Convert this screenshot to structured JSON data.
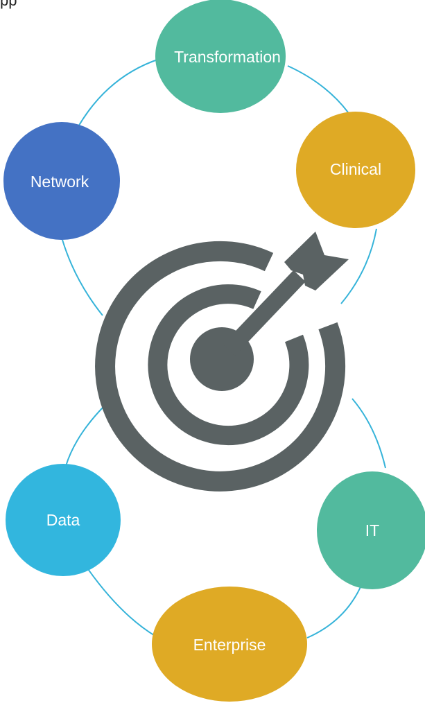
{
  "header": {
    "partial_text": "pp"
  },
  "nodes": [
    {
      "key": "transformation",
      "label": "Transformation",
      "color": "#52BA9E"
    },
    {
      "key": "clinical",
      "label": "Clinical",
      "color": "#DFAA25"
    },
    {
      "key": "network",
      "label": "Network",
      "color": "#4472C4"
    },
    {
      "key": "data",
      "label": "Data",
      "color": "#32B6DE"
    },
    {
      "key": "it",
      "label": "IT",
      "color": "#52BA9E"
    },
    {
      "key": "enterprise",
      "label": "Enterprise",
      "color": "#DFAA25"
    }
  ],
  "colors": {
    "connector": "#35B3D9",
    "target": "#5A6263"
  },
  "center_icon": "target-with-arrow-icon"
}
